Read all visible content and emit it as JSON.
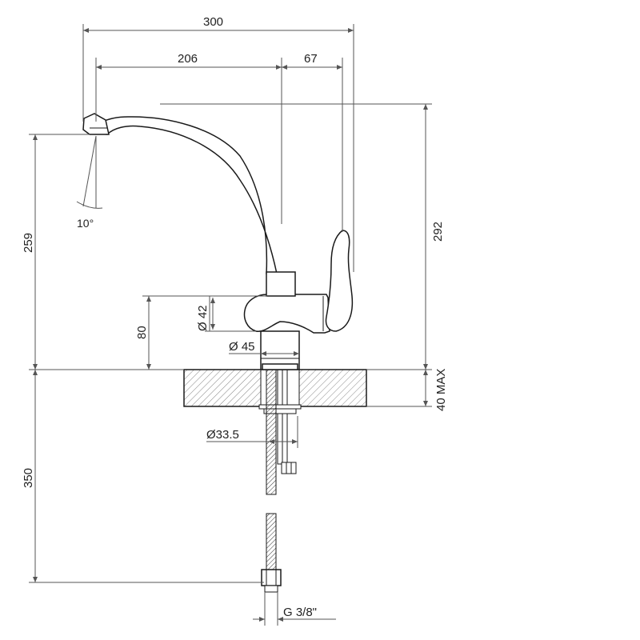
{
  "colors": {
    "line": "#1a1a1a",
    "dimension": "#555555",
    "hatch": "#888888",
    "background": "#ffffff"
  },
  "dimensions": {
    "overall_reach": "300",
    "spout_reach": "206",
    "lever_offset": "67",
    "height_total": "292",
    "spout_height": "259",
    "body_height": "80",
    "body_diameter": "42",
    "base_diameter": "45",
    "shank_diameter": "33.5",
    "deck_thickness": "40 MAX",
    "hose_length": "350",
    "connector": "G 3/8\"",
    "spray_angle": "10°"
  }
}
